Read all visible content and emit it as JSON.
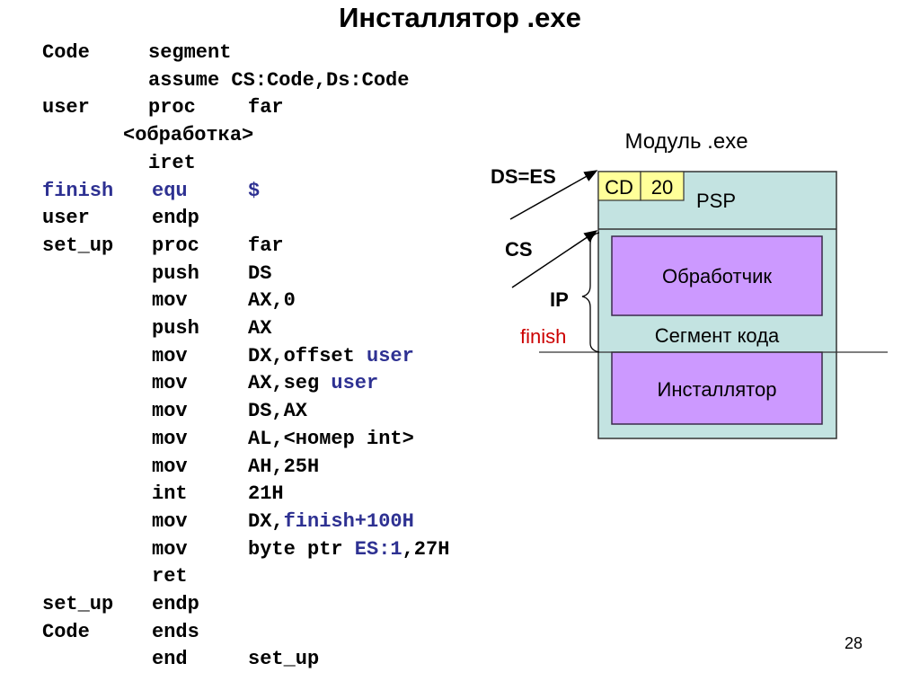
{
  "title": "Инсталлятор .exe",
  "page_number": "28",
  "colors": {
    "keyword_blue": "#2e3192",
    "module_fill": "#c3e3e1",
    "block_fill": "#cc99ff",
    "block_stroke": "#3b2a4a",
    "psp_cell_fill": "#ffff99",
    "finish_label": "#cc0000"
  },
  "code": {
    "lines": [
      {
        "a": "Code",
        "b": "segment",
        "c": ""
      },
      {
        "a": "",
        "b": "assume CS:Code,Ds:Code",
        "c": ""
      },
      {
        "a": "user",
        "b": "proc",
        "c": "far"
      },
      {
        "a": "",
        "b": "<обработка>",
        "c": ""
      },
      {
        "a": "",
        "b": "iret",
        "c": ""
      },
      {
        "a": "finish",
        "b": "equ",
        "c": "$"
      },
      {
        "a": "user",
        "b": "endp",
        "c": ""
      },
      {
        "a": "set_up",
        "b": "proc",
        "c": "far"
      },
      {
        "a": "",
        "b": "push",
        "c": "DS"
      },
      {
        "a": "",
        "b": "mov",
        "c": "AX,0"
      },
      {
        "a": "",
        "b": "push",
        "c": "AX"
      },
      {
        "a": "",
        "b": "mov",
        "c": "DX,offset ",
        "c2": "user"
      },
      {
        "a": "",
        "b": "mov",
        "c": "AX,seg ",
        "c2": "user"
      },
      {
        "a": "",
        "b": "mov",
        "c": "DS,AX"
      },
      {
        "a": "",
        "b": "mov",
        "c": "AL,<номер int>"
      },
      {
        "a": "",
        "b": "mov",
        "c": "AH,25H"
      },
      {
        "a": "",
        "b": "int",
        "c": "21H"
      },
      {
        "a": "",
        "b": "mov",
        "c": "DX,",
        "c2": "finish+100H"
      },
      {
        "a": "",
        "b": "mov",
        "c": "byte ptr ",
        "c2": "ES:1",
        "c3": ",27H"
      },
      {
        "a": "",
        "b": "ret",
        "c": ""
      },
      {
        "a": "set_up",
        "b": "endp",
        "c": ""
      },
      {
        "a": "Code",
        "b": "ends",
        "c": ""
      },
      {
        "a": "",
        "b": "end",
        "c": "set_up"
      }
    ]
  },
  "diagram": {
    "module_label": "Модуль .exe",
    "psp_label": "PSP",
    "psp_cell_1": "CD",
    "psp_cell_2": "20",
    "handler_label": "Обработчик",
    "code_segment_label": "Сегмент кода",
    "installer_label": "Инсталлятор",
    "ds_es_label": "DS=ES",
    "cs_label": "CS",
    "ip_label": "IP",
    "finish_label": "finish"
  }
}
